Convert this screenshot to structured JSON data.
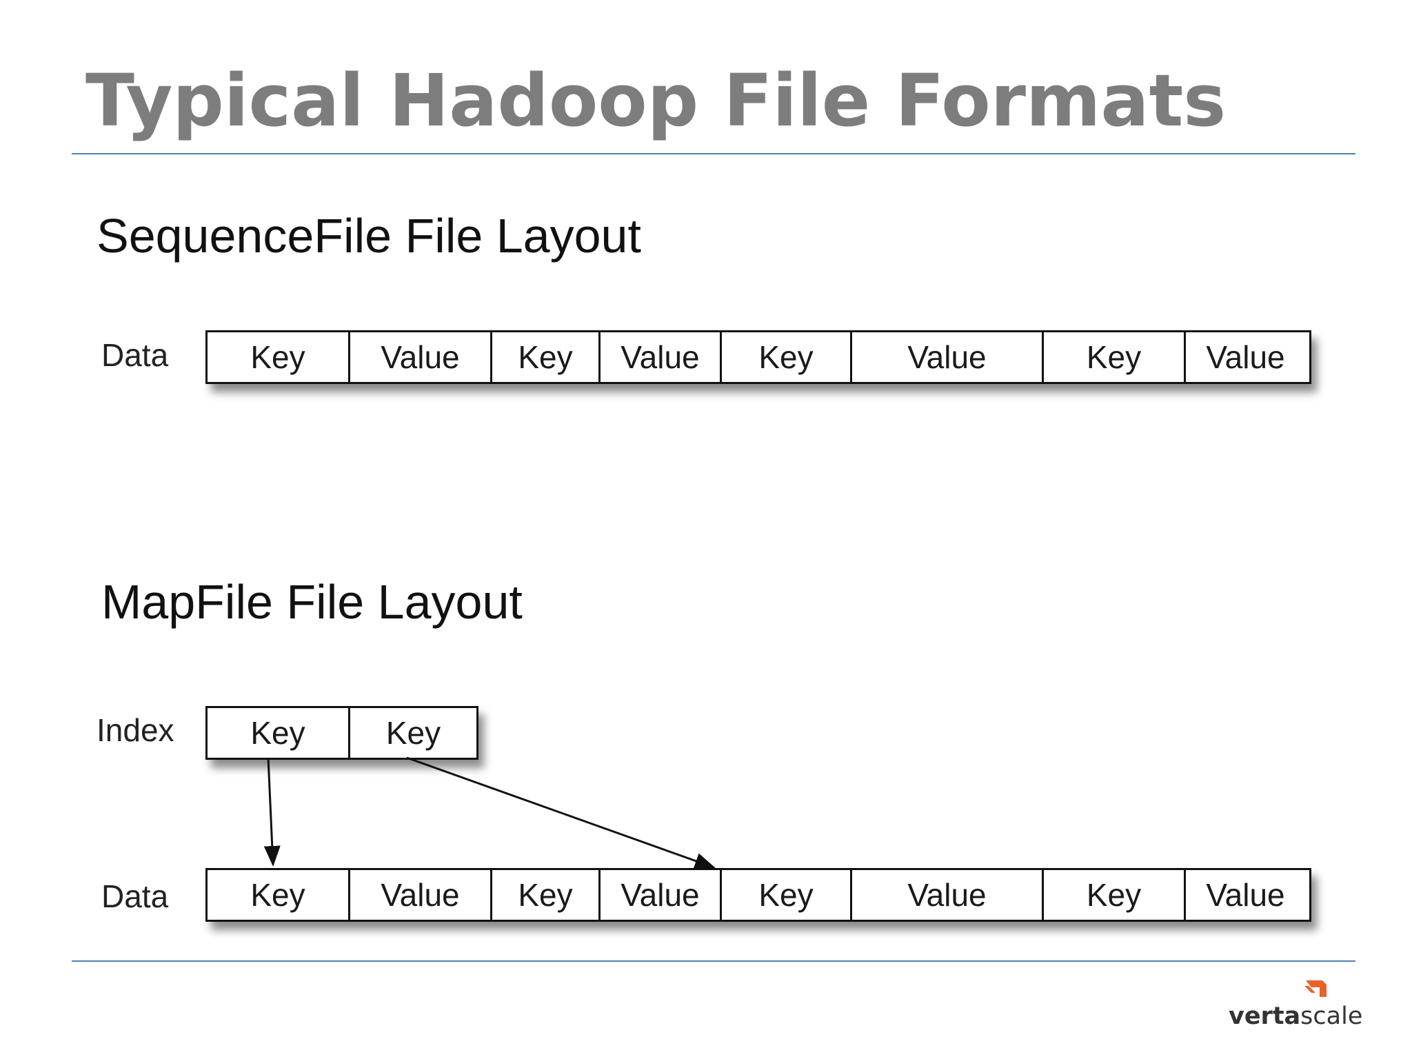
{
  "slide": {
    "title": "Typical Hadoop File Formats"
  },
  "sequencefile": {
    "title": "SequenceFile File Layout",
    "data_label": "Data",
    "cells": [
      "Key",
      "Value",
      "Key",
      "Value",
      "Key",
      "Value",
      "Key",
      "Value"
    ]
  },
  "mapfile": {
    "title": "MapFile File Layout",
    "index_label": "Index",
    "index_cells": [
      "Key",
      "Key"
    ],
    "data_label": "Data",
    "data_cells": [
      "Key",
      "Value",
      "Key",
      "Value",
      "Key",
      "Value",
      "Key",
      "Value"
    ],
    "edges": [
      {
        "from": "index key 1",
        "to": "data key 1"
      },
      {
        "from": "index key 2",
        "to": "data key 3"
      }
    ]
  },
  "branding": {
    "logo_text_bold": "verta",
    "logo_text_regular": "scale",
    "logo_color": "#e8632b"
  }
}
